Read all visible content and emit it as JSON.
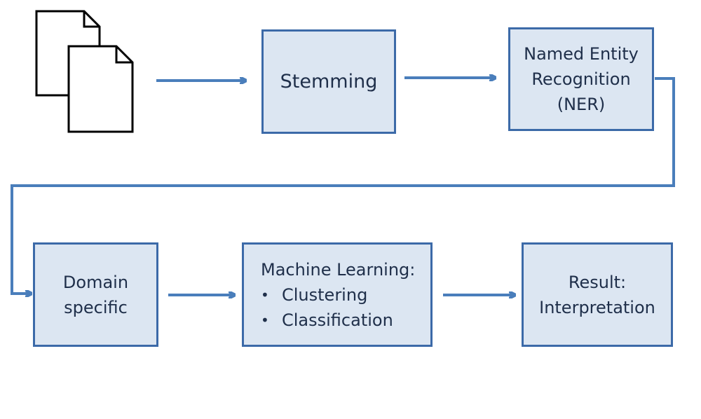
{
  "nodes": {
    "stemming": {
      "lines": [
        "Stemming"
      ]
    },
    "ner": {
      "lines": [
        "Named Entity",
        "Recognition",
        "(NER)"
      ]
    },
    "domain": {
      "lines": [
        "Domain",
        "specific"
      ]
    },
    "ml": {
      "title": "Machine Learning:",
      "bullet": "•",
      "items": [
        "Clustering",
        "Classification"
      ]
    },
    "result": {
      "lines": [
        "Result:",
        "Interpretation"
      ]
    }
  },
  "colors": {
    "box_fill": "#dce6f2",
    "box_border": "#3c6aa8",
    "arrow": "#4a7ebb",
    "text": "#1f2f4a"
  },
  "icons": {
    "input": "document-stack-icon"
  }
}
